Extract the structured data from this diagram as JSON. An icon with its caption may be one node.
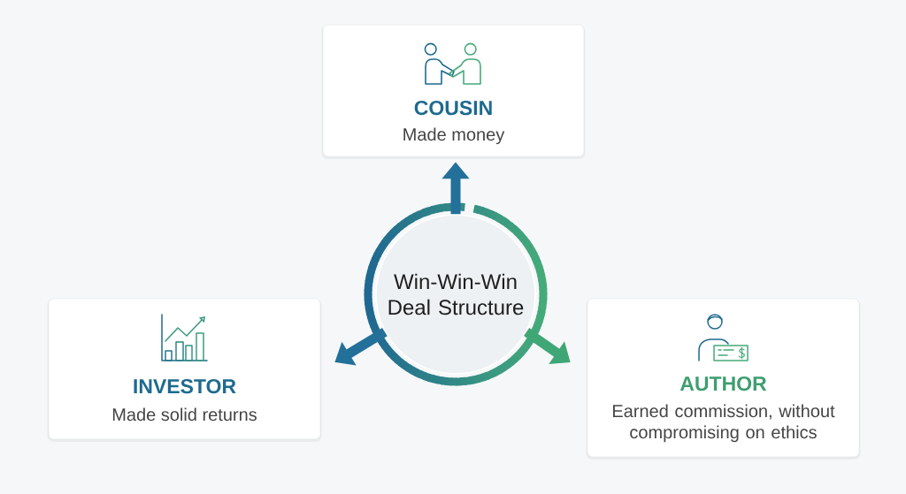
{
  "diagram": {
    "nodes": [
      {
        "text": [
          "Win-Win-Win Deal Structure"
        ]
      },
      {
        "text": [
          "COUSIN",
          "Made money"
        ]
      },
      {
        "text": [
          "INVESTOR",
          "Made solid returns"
        ]
      },
      {
        "text": [
          "AUTHOR",
          "Earned commission, without compromising on ethics"
        ]
      }
    ],
    "edges": [
      {
        "from": 0,
        "to": 1,
        "arrow": "to"
      },
      {
        "from": 0,
        "to": 2,
        "arrow": "to"
      },
      {
        "from": 0,
        "to": 3,
        "arrow": "to",
        "color": "#3fa676"
      }
    ]
  }
}
